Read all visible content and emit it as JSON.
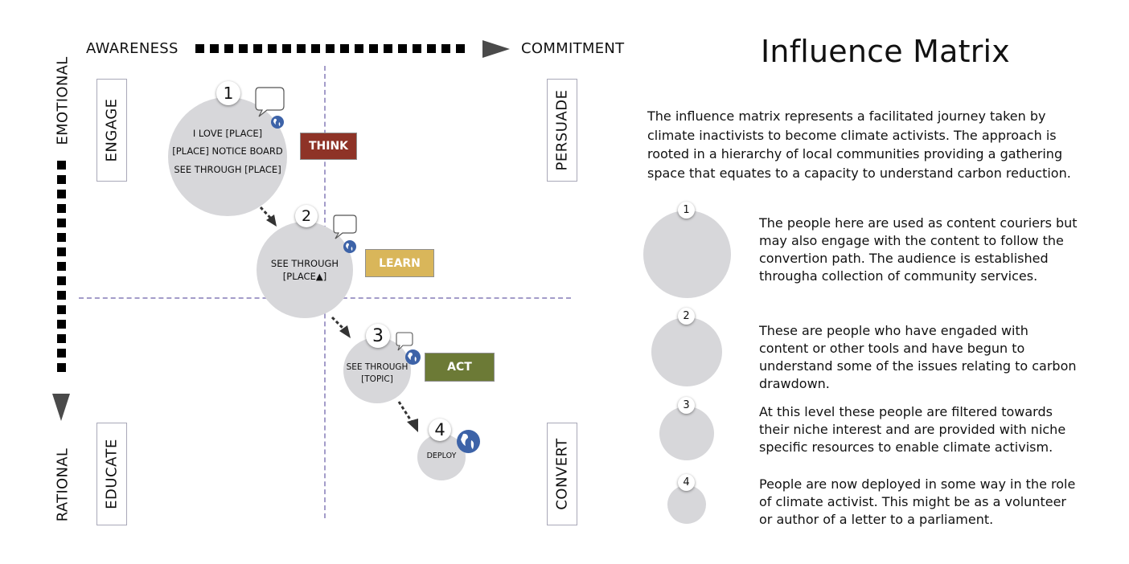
{
  "diagram": {
    "axes": {
      "top_left": "AWARENESS",
      "top_right": "COMMITMENT",
      "left_top": "EMOTIONAL",
      "left_bottom": "RATIONAL"
    },
    "quadrants": {
      "top_left": "ENGAGE",
      "top_right": "PERSUADE",
      "bottom_left": "EDUCATE",
      "bottom_right": "CONVERT"
    },
    "stages": [
      {
        "number": "1",
        "lines": [
          "I LOVE [PLACE]",
          "[PLACE] NOTICE BOARD",
          "SEE THROUGH [PLACE]"
        ]
      },
      {
        "number": "2",
        "lines": [
          "SEE THROUGH",
          "[PLACE▲]"
        ]
      },
      {
        "number": "3",
        "lines": [
          "SEE THROUGH",
          "[TOPIC]"
        ]
      },
      {
        "number": "4",
        "lines": [
          "DEPLOY"
        ]
      }
    ],
    "tags": [
      {
        "label": "THINK",
        "color": "#8e3327"
      },
      {
        "label": "LEARN",
        "color": "#d9b65a"
      },
      {
        "label": "ACT",
        "color": "#6c7a36"
      }
    ],
    "colors": {
      "circle_fill": "#d7d7da",
      "grid_line": "#a39cc9",
      "globe": "#3d63a8"
    }
  },
  "panel": {
    "title": "Influence Matrix",
    "intro": "The influence matrix represents a facilitated journey taken by climate inactivists to become climate activists. The approach is rooted in a hierarchy of local communities providing a gathering space that equates to a capacity to understand carbon reduction.",
    "legend": [
      {
        "number": "1",
        "text": "The people here are used as content couriers but may also engage with the content to follow the convertion path. The audience is established througha collection of community services."
      },
      {
        "number": "2",
        "text": "These are people who have engaded with content or other tools and have begun to understand some of the issues relating to carbon drawdown."
      },
      {
        "number": "3",
        "text": "At this level these people are filtered towards their niche interest and are provided with niche specific resources to enable climate activism."
      },
      {
        "number": "4",
        "text": "People are now deployed in some way in the role of climate activist. This might be as a volunteer or author of a letter to a parliament."
      }
    ]
  }
}
